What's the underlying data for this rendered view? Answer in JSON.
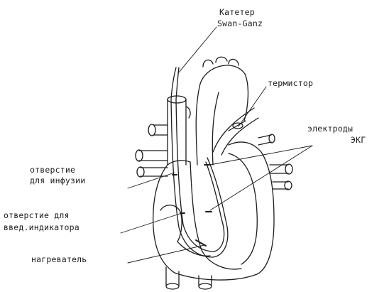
{
  "labels": {
    "catheter_line1": "Катетер",
    "catheter_line2": "Swan-Ganz",
    "thermistor": "термистор",
    "ecg_line1": "электроды",
    "ecg_line2": "ЭКГ",
    "infusion_line1": "отверстие",
    "infusion_line2": "для инфузии",
    "indicator_line1": "отверстие для",
    "indicator_line2": "введ.индикатора",
    "heater": "нагреватель"
  },
  "colors": {
    "ink": "#1c1c1c",
    "background": "#ffffff"
  }
}
